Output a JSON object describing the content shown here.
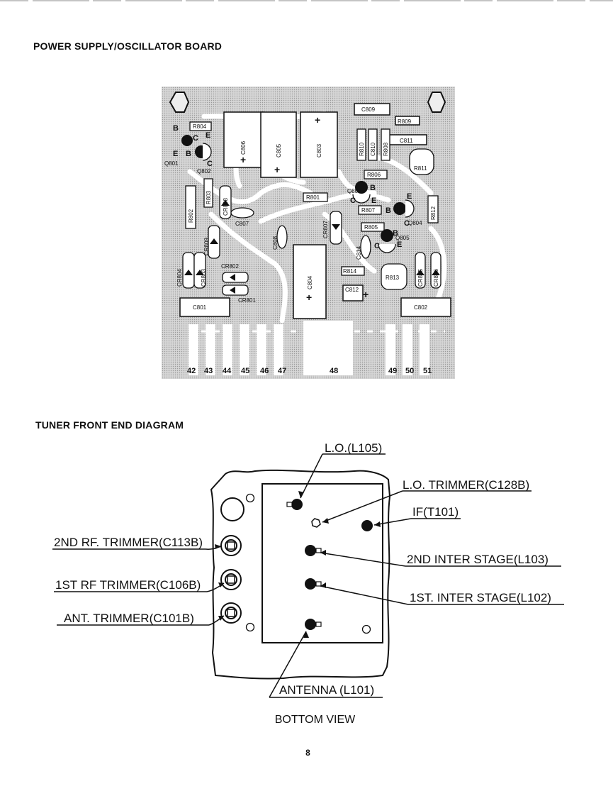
{
  "page": {
    "section1_title": "POWER SUPPLY/OSCILLATOR BOARD",
    "section2_title": "TUNER FRONT END DIAGRAM",
    "bottom_view": "BOTTOM VIEW",
    "page_number": "8"
  },
  "board": {
    "components": {
      "C809": "C809",
      "R809": "R809",
      "C811": "C811",
      "R804": "R804",
      "C806": "C806",
      "C805": "C805",
      "C803": "C803",
      "R810": "R810",
      "C810": "C810",
      "R808": "R808",
      "R811": "R811",
      "R806": "R806",
      "R803": "R803",
      "CR808": "CR808",
      "R802": "R802",
      "R801": "R801",
      "C807": "C807",
      "CR807": "CR807",
      "R807": "R807",
      "R812": "R812",
      "R805": "R805",
      "CR809": "CR809",
      "C808": "C808",
      "C814": "C814",
      "CR804": "CR804",
      "CR803": "CR803",
      "CR802": "CR802",
      "CR801": "CR801",
      "C804": "C804",
      "R814": "R814",
      "R813": "R813",
      "CR805": "CR805",
      "CR806": "CR806",
      "C812": "C812",
      "C801": "C801",
      "C802": "C802",
      "Q801": "Q801",
      "Q802": "Q802",
      "Q803": "Q803",
      "Q804": "Q804",
      "Q805": "Q805"
    },
    "pins": {
      "B": "B",
      "C": "C",
      "E": "E",
      "plus": "+"
    },
    "terminals": [
      "42",
      "43",
      "44",
      "45",
      "46",
      "47",
      "48",
      "49",
      "50",
      "51"
    ]
  },
  "tuner": {
    "lo": "L.O.(L105)",
    "lo_trimmer": "L.O. TRIMMER(C128B)",
    "if": "IF(T101)",
    "rf2_trimmer": "2ND RF. TRIMMER(C113B)",
    "rf1_trimmer": "1ST RF TRIMMER(C106B)",
    "ant_trimmer": "ANT. TRIMMER(C101B)",
    "inter_stage2": "2ND INTER STAGE(L103)",
    "inter_stage1": "1ST. INTER STAGE(L102)",
    "antenna": "ANTENNA (L101)"
  }
}
